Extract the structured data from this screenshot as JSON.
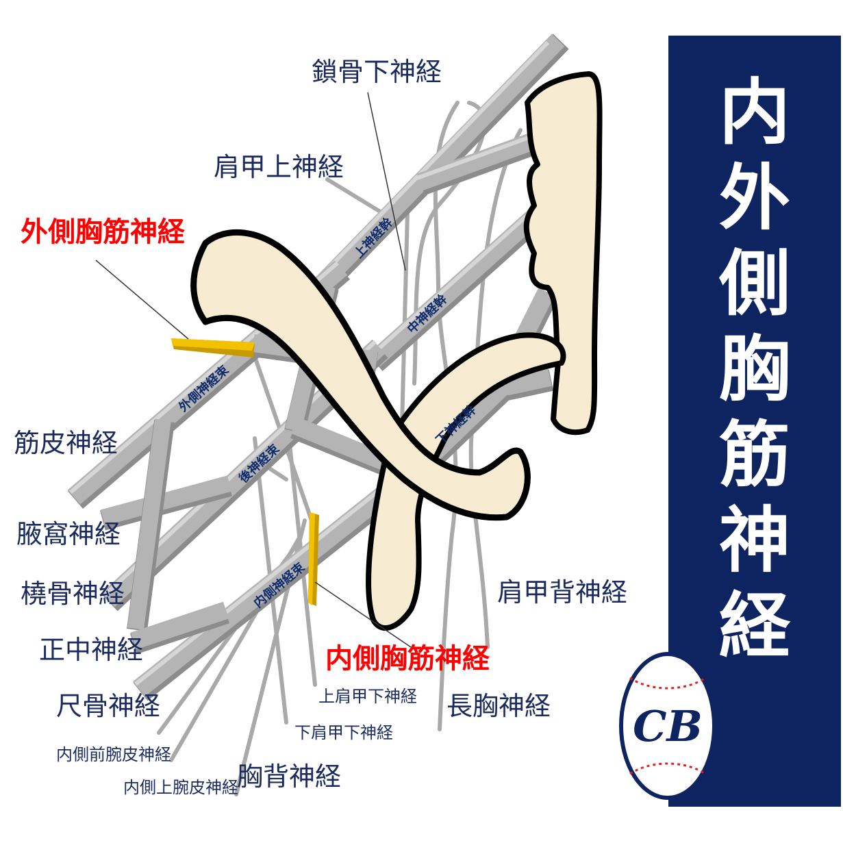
{
  "title": "内外側胸筋神経",
  "colors": {
    "panel": "#0e2460",
    "bar_fill": "#b4b4b4",
    "bar_highlight": "#d6d6d6",
    "bar_shadow": "#8c8c8c",
    "bone_fill": "#f7ecd2",
    "bone_stroke": "#000000",
    "nerve_highlight": "#f2c200",
    "label_red": "#ff0000",
    "label_navy": "#1a2a5e"
  },
  "trunks": {
    "upper": "上神経幹",
    "middle": "中神経幹",
    "lower": "下神経幹"
  },
  "cords": {
    "lateral": "外側神経束",
    "posterior": "後神経束",
    "medial": "内側神経束"
  },
  "labels": {
    "subclavian": "鎖骨下神経",
    "suprascapular": "肩甲上神経",
    "lateral_pectoral": "外側胸筋神経",
    "musculocutaneous": "筋皮神経",
    "axillary": "腋窩神経",
    "radial": "橈骨神経",
    "median": "正中神経",
    "ulnar": "尺骨神経",
    "medial_antebrachial": "内側前腕皮神経",
    "medial_brachial": "内側上腕皮神経",
    "thoracodorsal": "胸背神経",
    "lower_subscapular": "下肩甲下神経",
    "upper_subscapular": "上肩甲下神経",
    "medial_pectoral": "内側胸筋神経",
    "long_thoracic": "長胸神経",
    "dorsal_scapular": "肩甲背神経"
  },
  "logo": {
    "name": "baseball-logo",
    "letters": "CB"
  }
}
